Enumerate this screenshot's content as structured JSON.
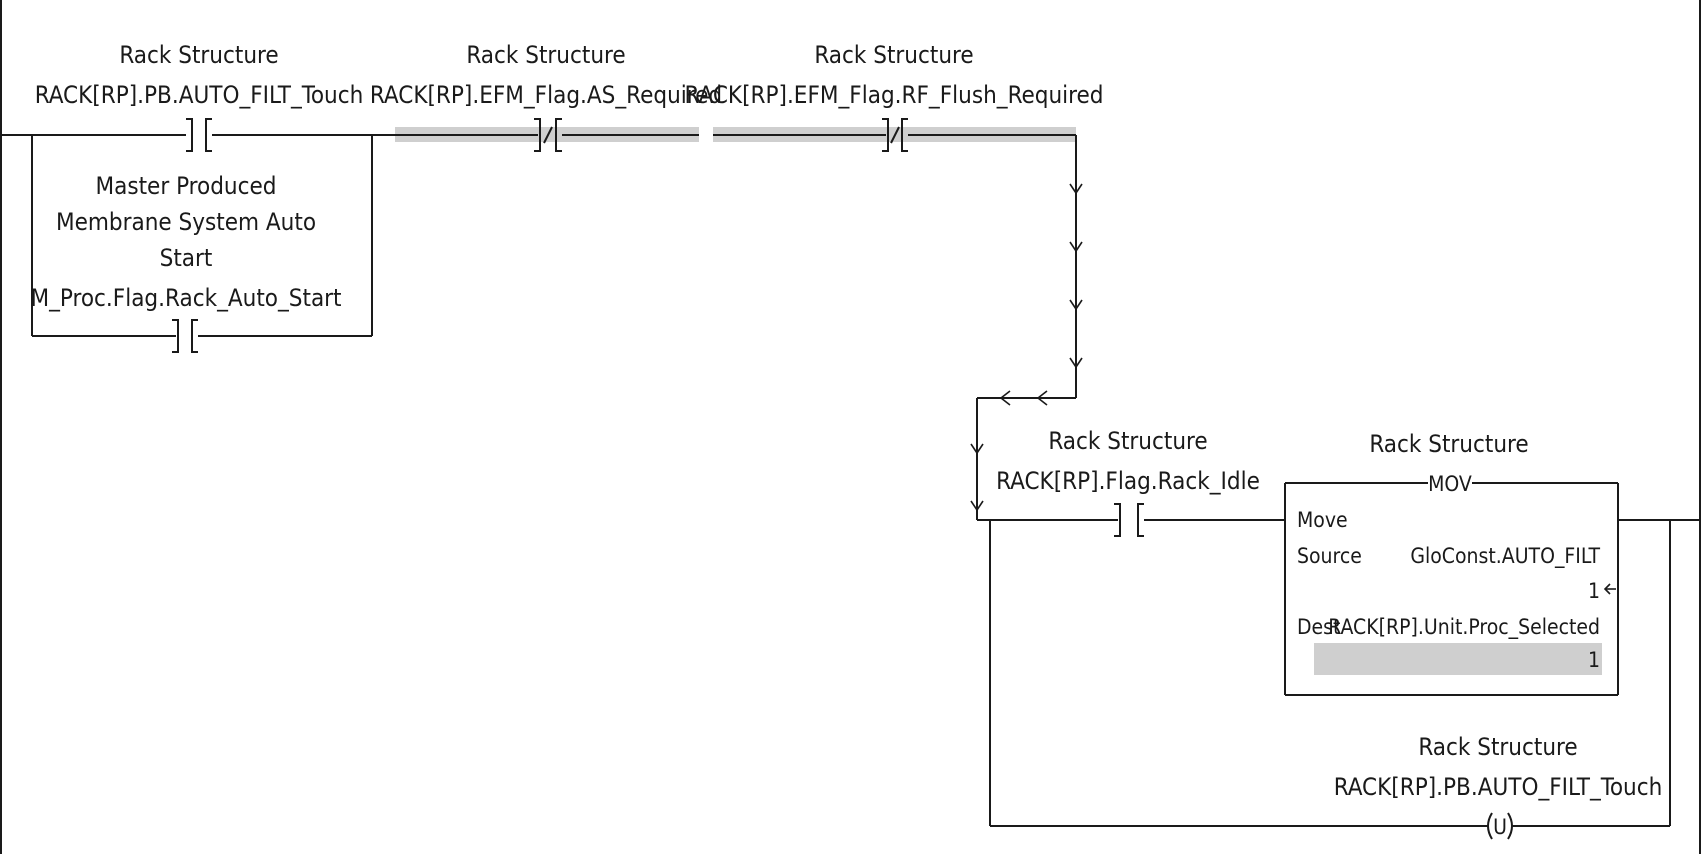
{
  "rung": {
    "contacts": [
      {
        "id": "c1",
        "scope": "Rack Structure",
        "tag": "RACK[RP].PB.AUTO_FILT_Touch",
        "type": "XIC",
        "highlighted": false
      },
      {
        "id": "c2",
        "scope": "Rack Structure",
        "tag": "RACK[RP].EFM_Flag.AS_Required",
        "type": "XIO",
        "highlighted": true
      },
      {
        "id": "c3",
        "scope": "Rack Structure",
        "tag": "RACK[RP].EFM_Flag.RF_Flush_Required",
        "type": "XIO",
        "highlighted": true
      },
      {
        "id": "c4",
        "description": [
          "Master Produced",
          "Membrane System Auto",
          "Start"
        ],
        "tag": "M_Proc.Flag.Rack_Auto_Start",
        "type": "XIC",
        "highlighted": false
      },
      {
        "id": "c5",
        "scope": "Rack Structure",
        "tag": "RACK[RP].Flag.Rack_Idle",
        "type": "XIC",
        "highlighted": false
      }
    ],
    "mov": {
      "scope": "Rack Structure",
      "title": "MOV",
      "caption": "Move",
      "source_label": "Source",
      "source_tag": "GloConst.AUTO_FILT",
      "source_value": "1",
      "dest_label": "Dest",
      "dest_tag": "RACK[RP].Unit.Proc_Selected",
      "dest_value": "1"
    },
    "unlatch": {
      "scope": "Rack Structure",
      "tag": "RACK[RP].PB.AUTO_FILT_Touch",
      "symbol": "U",
      "type": "OTU"
    },
    "colors": {
      "wire": "#1a1a1a",
      "highlight": "#cfcfcf",
      "background": "#ffffff"
    }
  }
}
